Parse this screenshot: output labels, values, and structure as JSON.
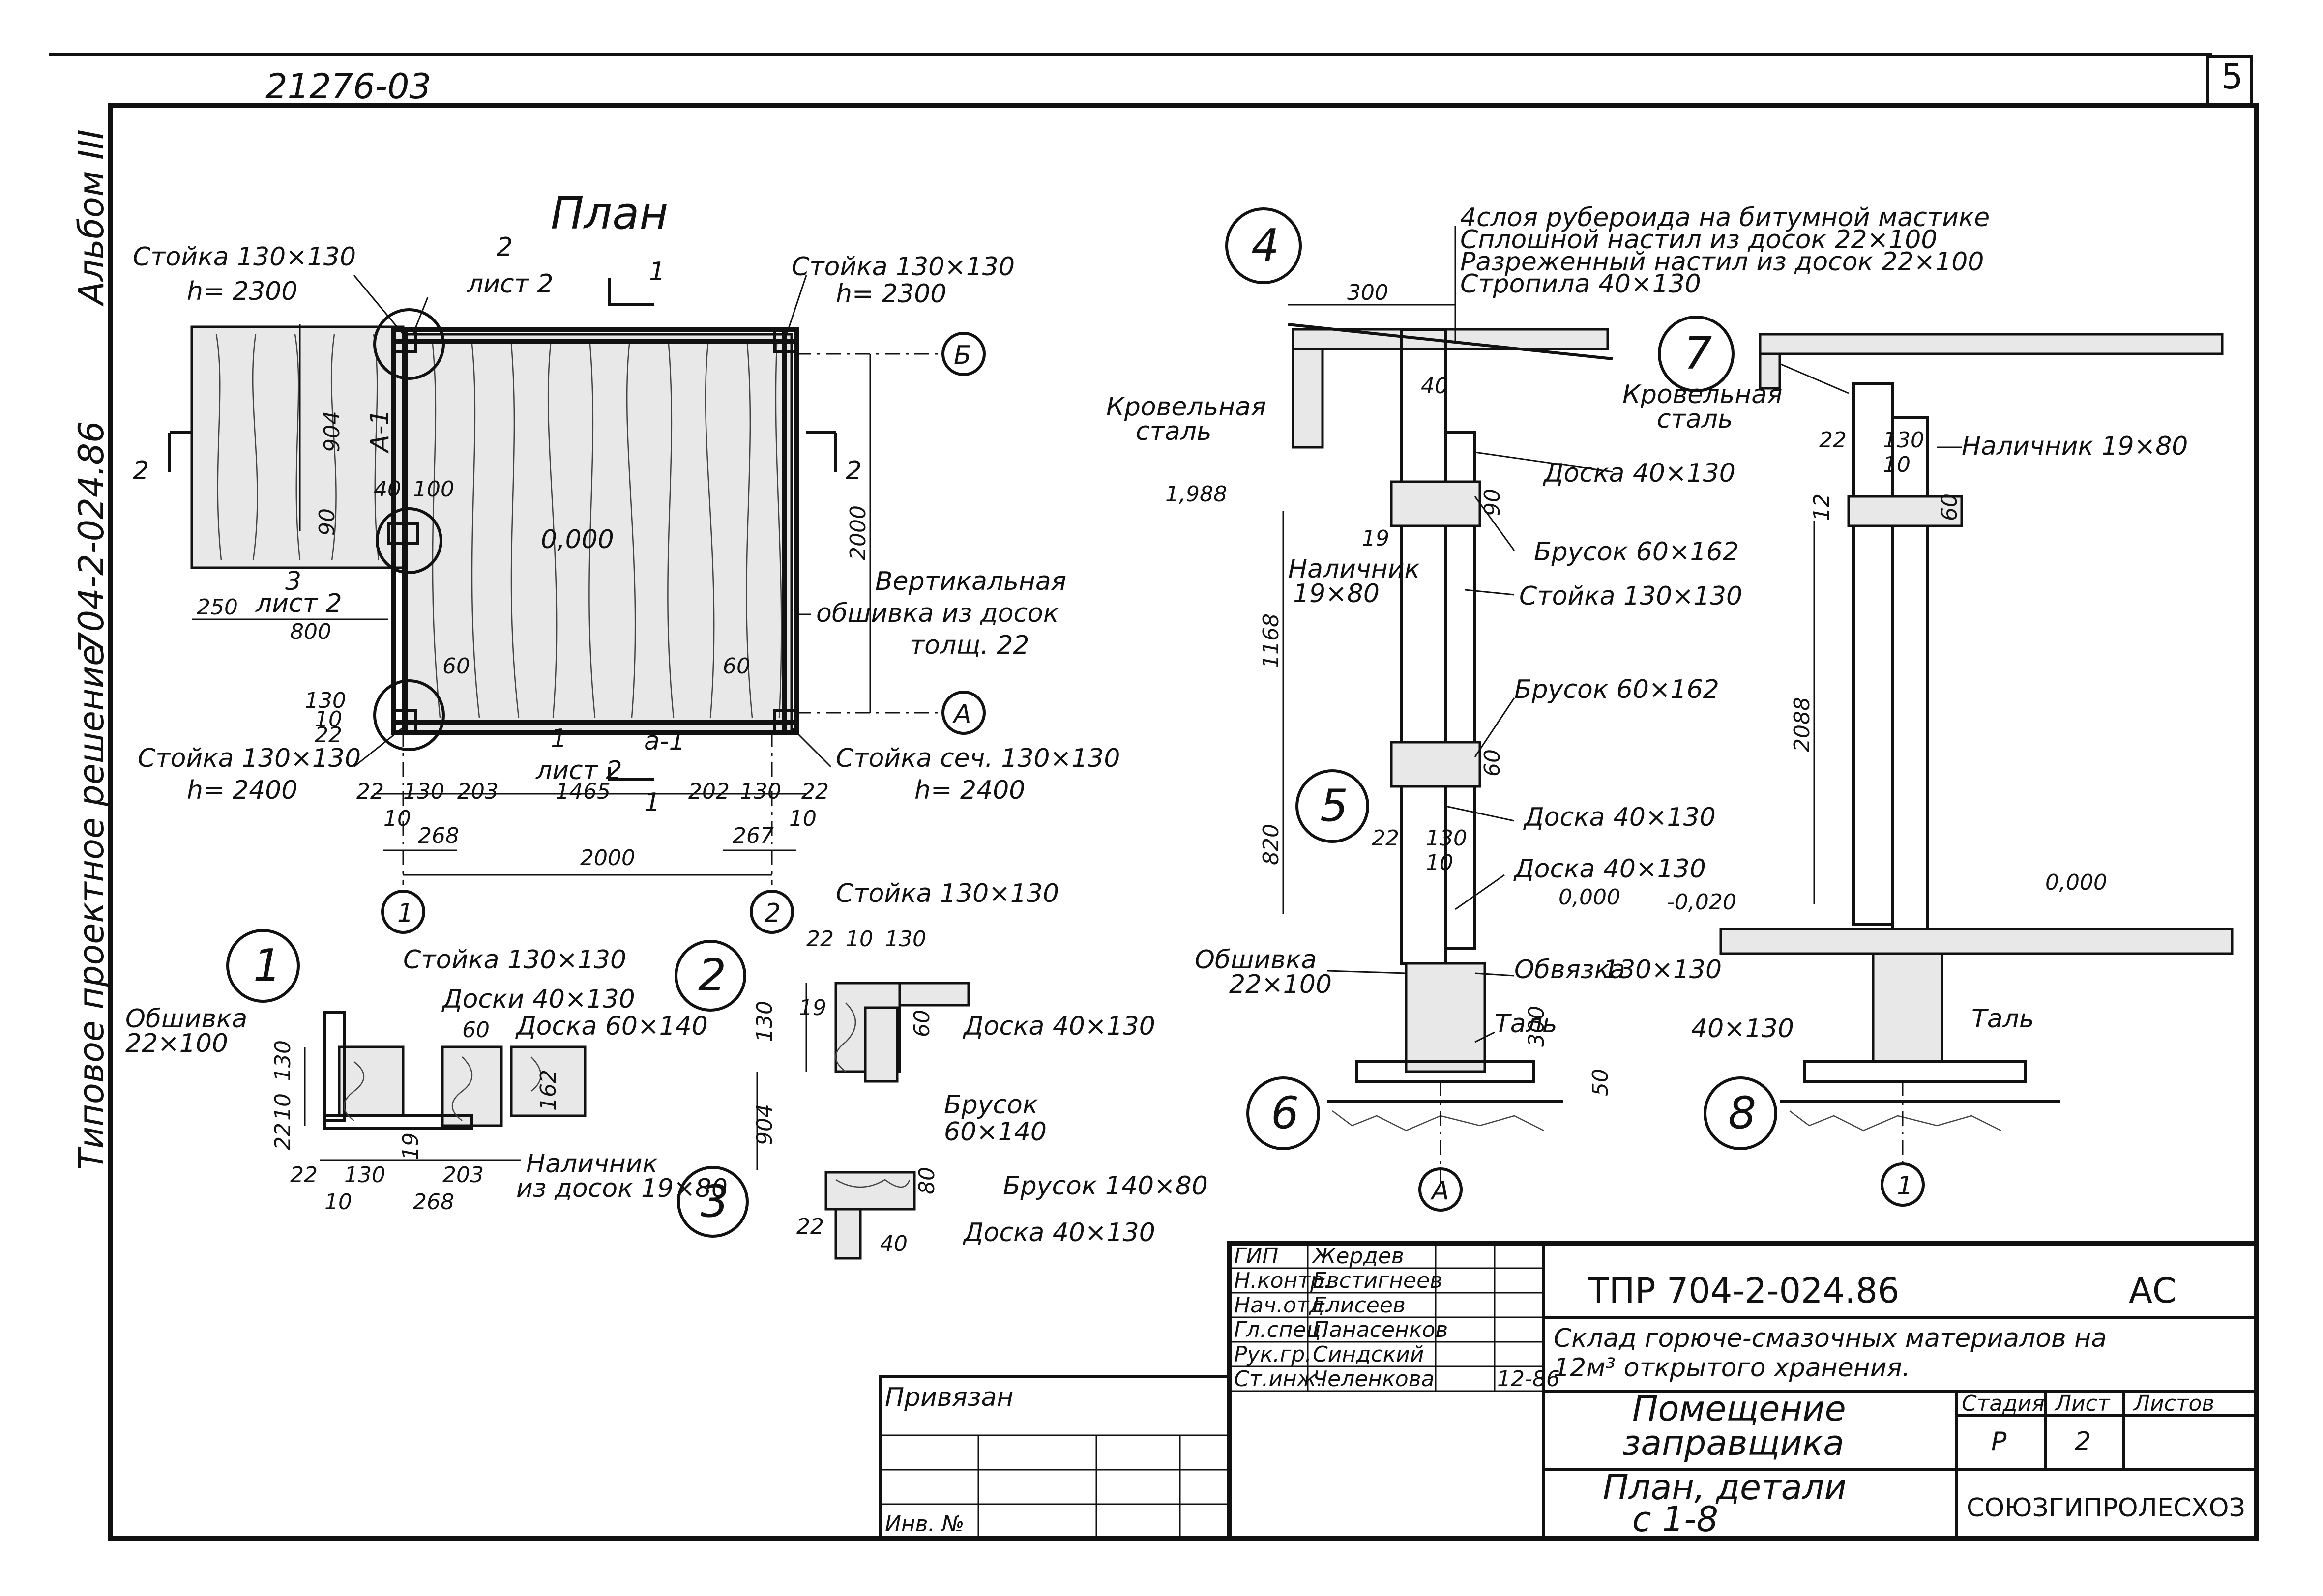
{
  "header": {
    "code": "21276-03",
    "page_number": "5"
  },
  "left_margin": {
    "album": "Альбом III",
    "project_number": "704-2-024.86",
    "project_type": "Типовое проектное решение"
  },
  "plan": {
    "title": "План",
    "labels": {
      "post_tl": "Стойка 130×130",
      "post_tl_h": "h= 2300",
      "post_tr": "Стойка 130×130",
      "post_tr_h": "h= 2300",
      "post_bl": "Стойка 130×130",
      "post_bl_h": "h= 2400",
      "post_br": "Стойка сеч. 130×130",
      "post_br_h": "h= 2400",
      "node2_num": "2",
      "node2_sheet": "лист 2",
      "node3_num": "3",
      "node3_sheet": "лист 2",
      "node1_num": "1",
      "node1_sheet": "лист 2",
      "section_aa": "А-1",
      "section_a1": "а-1",
      "vertical_cladding_1": "Вертикальная",
      "vertical_cladding_2": "обшивка из досок",
      "vertical_cladding_3": "толщ. 22",
      "level": "0,000",
      "cut_1": "1",
      "cut_2": "2"
    },
    "dims": {
      "d250": "250",
      "d800": "800",
      "d904": "904",
      "d2000_v": "2000",
      "d2000_h": "2000",
      "d1465": "1465",
      "d203": "203",
      "d202": "202",
      "d130a": "130",
      "d130b": "130",
      "d22a": "22",
      "d22b": "22",
      "d10a": "10",
      "d10b": "10",
      "d268": "268",
      "d267": "267",
      "d60a": "60",
      "d60b": "60",
      "d40": "40",
      "d100": "100",
      "d130c": "130",
      "d10c": "10",
      "d22c": "22",
      "d90": "90"
    },
    "axes": {
      "axis_b": "Б",
      "axis_a": "А",
      "axis_1": "1",
      "axis_2": "2"
    }
  },
  "detail1": {
    "num": "1",
    "cladding": "Обшивка",
    "cladding_size": "22×100",
    "post": "Стойка 130×130",
    "boards": "Доски 40×130",
    "board60": "Доска 60×140",
    "trim": "Наличник",
    "trim_size": "из досок 19×80",
    "d22": "22",
    "d130": "130",
    "d10": "10",
    "d203": "203",
    "d268": "268",
    "d60": "60",
    "d162": "162",
    "d19": "19",
    "d130v": "130",
    "d10v": "10",
    "d22v": "22"
  },
  "detail2": {
    "num": "2",
    "post": "Стойка 130×130",
    "board": "Доска 40×130",
    "beam": "Брусок",
    "beam_size": "60×140",
    "d22": "22",
    "d10": "10",
    "d130": "130",
    "d19": "19",
    "d60": "60",
    "d130v": "130",
    "d904": "904"
  },
  "detail3": {
    "num": "3",
    "beam": "Брусок 140×80",
    "board": "Доска 40×130",
    "d80": "80",
    "d22": "22",
    "d40": "40"
  },
  "section4": {
    "num4": "4",
    "num5": "5",
    "num6": "6",
    "roof_spec": [
      "4слоя рубероида на битумной мастике",
      "Сплошной настил из досок 22×100",
      "Разреженный настил из досок 22×100",
      "Стропила 40×130"
    ],
    "roof_steel_1": "Кровельная",
    "roof_steel_2": "сталь",
    "board40": "Доска 40×130",
    "beam60": "Брусок 60×162",
    "post": "Стойка 130×130",
    "trim": "Наличник",
    "trim_size": "19×80",
    "beam60b": "Брусок 60×162",
    "board40b": "Доска 40×130",
    "board40c": "Доска 40×130",
    "cladding": "Обшивка",
    "cladding_size": "22×100",
    "tie": "Обвязка",
    "tie_size": "130×130",
    "tal": "Таль",
    "level_top": "1,988",
    "level_zero": "0,000",
    "d300": "300",
    "d40": "40",
    "d90": "90",
    "d19": "19",
    "d1168": "1168",
    "d60": "60",
    "d820": "820",
    "d22": "22",
    "d130": "130",
    "d10": "10",
    "d300b": "300",
    "d50": "50",
    "axis_a": "А"
  },
  "section7": {
    "num7": "7",
    "num8": "8",
    "roof_steel_1": "Кровельная",
    "roof_steel_2": "сталь",
    "trim": "Наличник 19×80",
    "d22": "22",
    "d130": "130",
    "d10": "10",
    "d12": "12",
    "d60": "60",
    "d2088": "2088",
    "level_neg": "-0,020",
    "level_zero": "0,000",
    "board": "40×130",
    "tal": "Таль",
    "axis_1": "1"
  },
  "title_block": {
    "roles": [
      "ГИП",
      "Н.контр.",
      "Нач.отд.",
      "Гл.спец.",
      "Рук.гр.",
      "Ст.инж."
    ],
    "names": [
      "Жердев",
      "Евстигнеев",
      "Елисеев",
      "Панасенков",
      "Синдский",
      "Челенкова"
    ],
    "date": "12-86",
    "binding": "Привязан",
    "inv": "Инв. №",
    "doc_code": "ТПР 704-2-024.86",
    "mark": "АС",
    "object_1": "Склад горюче-смазочных материалов на",
    "object_2": "12м³ открытого хранения.",
    "room_1": "Помещение",
    "room_2": "заправщика",
    "content_1": "План, детали",
    "content_2": "с 1-8",
    "stage_h": "Стадия",
    "sheet_h": "Лист",
    "sheets_h": "Листов",
    "stage": "Р",
    "sheet": "2",
    "sheets": "",
    "org": "СОЮЗГИПРОЛЕСХОЗ"
  }
}
